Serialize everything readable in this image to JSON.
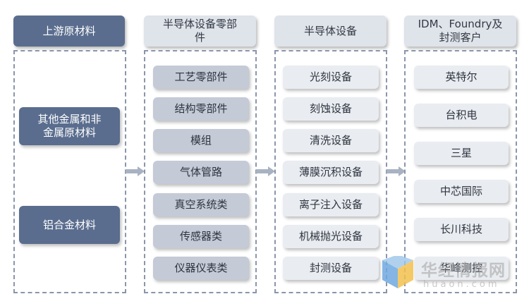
{
  "columns": [
    {
      "header": "上游原材料",
      "items": [
        "其他金属和非\n金属原材料",
        "铝合金材料"
      ]
    },
    {
      "header": "半导体设备零部\n件",
      "items": [
        "工艺零部件",
        "结构零部件",
        "模组",
        "气体管路",
        "真空系统类",
        "传感器类",
        "仪器仪表类"
      ]
    },
    {
      "header": "半导体设备",
      "items": [
        "光刻设备",
        "刻蚀设备",
        "清洗设备",
        "薄膜沉积设备",
        "离子注入设备",
        "机械抛光设备",
        "封测设备"
      ]
    },
    {
      "header": "IDM、Foundry及\n封测客户",
      "items": [
        "英特尔",
        "台积电",
        "三星",
        "中芯国际",
        "长川科技",
        "华峰测控"
      ]
    }
  ],
  "watermark": {
    "text": "华经情报网",
    "url": "huaon.com"
  },
  "colors": {
    "dark": "#5a6d8e",
    "mid": "#c4cad6",
    "light": "#e9ecf0",
    "border": "#8a96aa",
    "arrow": "#a9b2c2"
  },
  "icons": {
    "arrow": "right-arrow-icon",
    "logo": "huaon-logo-icon"
  }
}
